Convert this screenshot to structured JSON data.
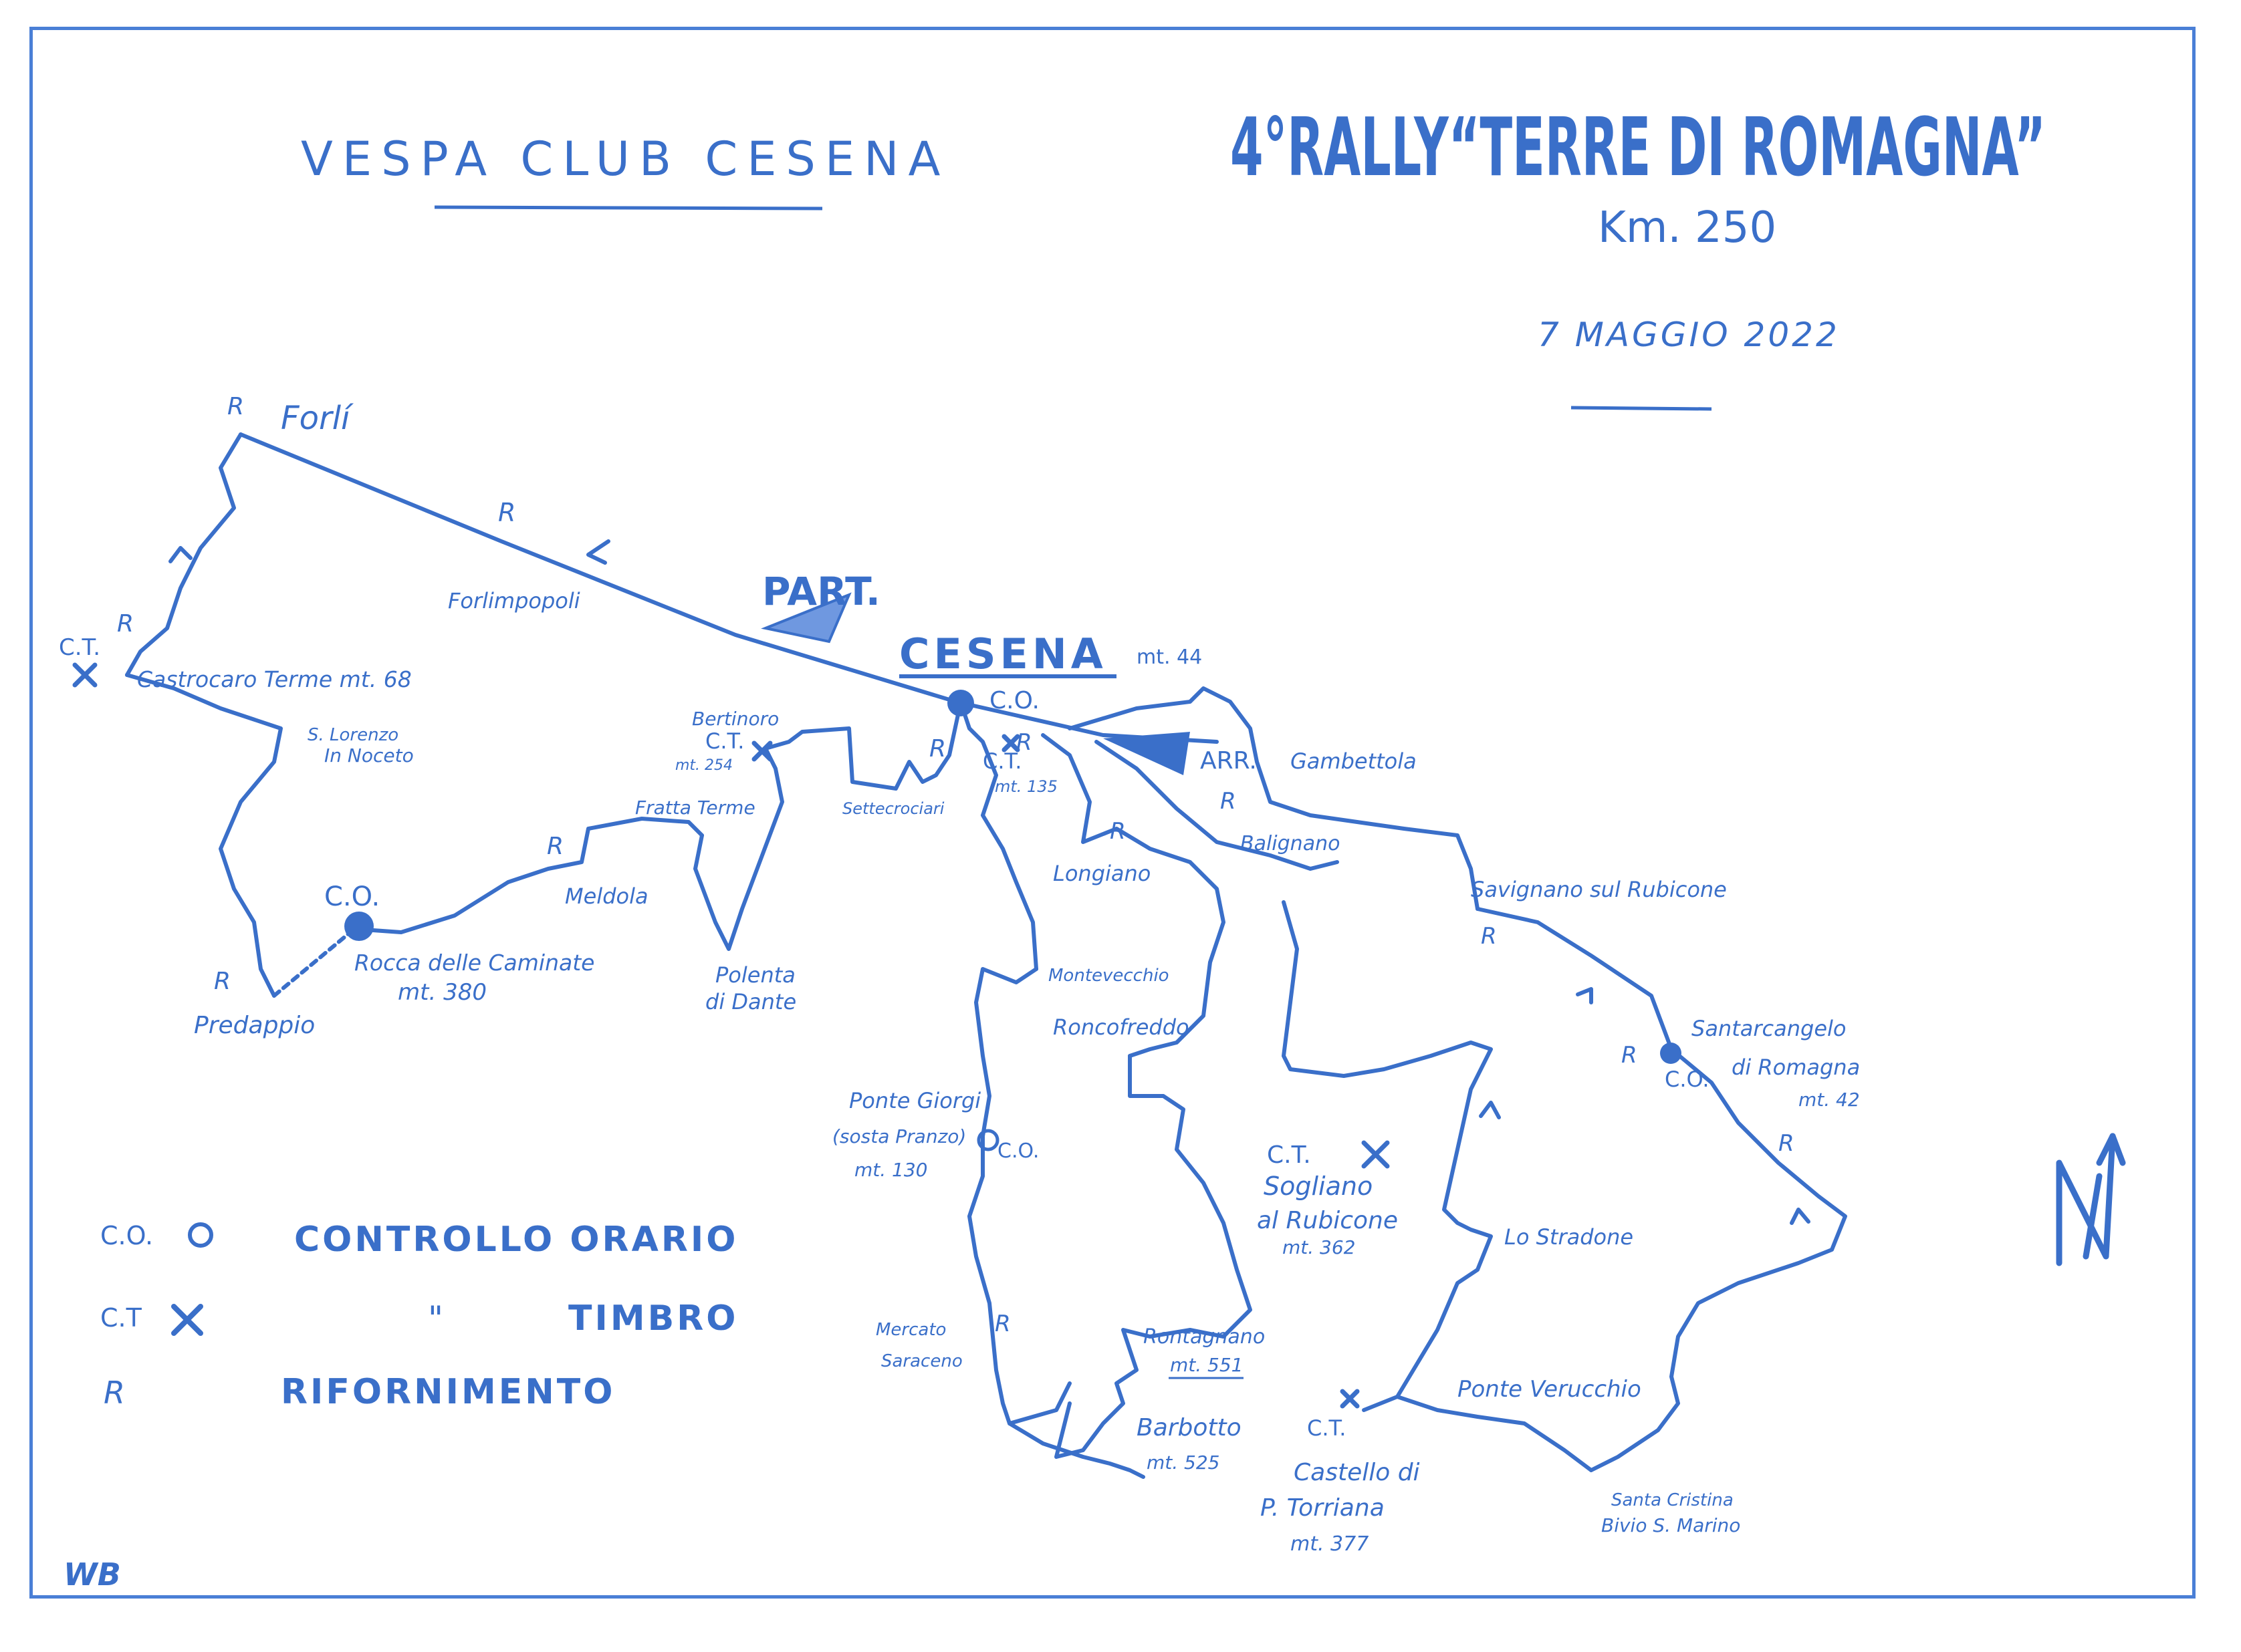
{
  "header": {
    "club": "VESPA CLUB CESENA",
    "rally_title": "4°RALLY“TERRE DI ROMAGNA”",
    "distance": "Km. 250",
    "date": "7 MAGGIO 2022"
  },
  "places": {
    "forli": "Forlí",
    "forlimpopoli": "Forlimpopoli",
    "castrocaro": "Castrocaro Terme mt. 68",
    "s_lorenzo_1": "S. Lorenzo",
    "s_lorenzo_2": "In Noceto",
    "predappio": "Predappio",
    "rocca_1": "Rocca delle Caminate",
    "rocca_2": "mt. 380",
    "meldola": "Meldola",
    "fratta": "Fratta Terme",
    "polenta_1": "Polenta",
    "polenta_2": "di Dante",
    "bertinoro": "Bertinoro",
    "bertinoro_alt": "mt. 254",
    "settecrociari": "Settecrociari",
    "ct_135": "mt. 135",
    "cesena": "CESENA",
    "cesena_alt": "mt. 44",
    "part": "PART.",
    "arr": "ARR.",
    "gambettola": "Gambettola",
    "longiano": "Longiano",
    "badignano": "Balignano",
    "montevecchio": "Montevecchio",
    "roncofreddo": "Roncofreddo",
    "savignano": "Savignano sul Rubicone",
    "santarcangelo_1": "Santarcangelo",
    "santarcangelo_2": "di Romagna",
    "santarcangelo_3": "mt. 42",
    "ponte_giorgi_1": "Ponte Giorgi",
    "ponte_giorgi_2": "(sosta Pranzo)",
    "ponte_giorgi_3": "mt. 130",
    "sogliano_1": "Sogliano",
    "sogliano_2": "al Rubicone",
    "sogliano_3": "mt. 362",
    "lo_stradone": "Lo Stradone",
    "mercato_1": "Mercato",
    "mercato_2": "Saraceno",
    "rontagnano_1": "Rontagnano",
    "rontagnano_2": "mt. 551",
    "barbotto_1": "Barbotto",
    "barbotto_2": "mt. 525",
    "ponte_verucchio": "Ponte Verucchio",
    "castello_1": "Castello di",
    "castello_2": "P. Torriana",
    "castello_3": "mt. 377",
    "santa_cristina_1": "Santa Cristina",
    "santa_cristina_2": "Bivio S. Marino"
  },
  "markers": {
    "co": "C.O.",
    "ct": "C.T.",
    "r": "R"
  },
  "legend": {
    "co_key": "C.O.",
    "co_text": "CONTROLLO ORARIO",
    "ct_key": "C.T",
    "ditto": "\"",
    "ct_text": "TIMBRO",
    "r_key": "R",
    "r_text": "RIFORNIMENTO"
  },
  "north_label": "N",
  "signature": "WB",
  "colors": {
    "ink": "#3a6fc9",
    "paper": "#ffffff"
  }
}
